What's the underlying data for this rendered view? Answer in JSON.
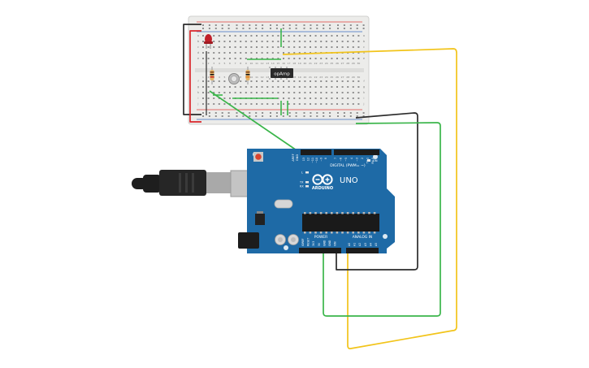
{
  "breadboard": {
    "chip_label": "opAmp",
    "col_numbers": [
      "1",
      "2",
      "3",
      "4",
      "5",
      "6",
      "7",
      "8",
      "9",
      "10",
      "11",
      "12",
      "13",
      "14",
      "15",
      "16",
      "17",
      "18",
      "19",
      "20",
      "21",
      "22",
      "23",
      "24",
      "25",
      "26",
      "27",
      "28",
      "29",
      "30"
    ],
    "row_letters_top": [
      "a",
      "b",
      "c",
      "d",
      "e"
    ],
    "row_letters_bottom": [
      "f",
      "g",
      "h",
      "i",
      "j"
    ]
  },
  "arduino": {
    "brand": "ARDUINO",
    "model": "UNO",
    "digital_label": "DIGITAL (PWM= ~)",
    "power_label": "POWER",
    "analog_label": "ANALOG IN",
    "aref_label": "AREF",
    "gnd_label": "GND",
    "led_on_label": "ON",
    "led_tx_label": "TX",
    "led_rx_label": "RX",
    "led_l_label": "L",
    "digital_pins": [
      "13",
      "12",
      "~11",
      "~10",
      "~9",
      "8",
      "7",
      "~6",
      "~5",
      "4",
      "~3",
      "2",
      "TX 1",
      "RX 0"
    ],
    "power_pins": [
      "IOREF",
      "RESET",
      "3V3",
      "5V",
      "GND",
      "GND",
      "VIN"
    ],
    "analog_pins": [
      "A0",
      "A1",
      "A2",
      "A3",
      "A4",
      "A5"
    ]
  },
  "colors": {
    "wire_black": "#2b2b2b",
    "wire_red": "#d9262a",
    "wire_green": "#3ab54a",
    "wire_yellow": "#f2c41a",
    "board_blue": "#1e6aa6",
    "breadboard_bg": "#ececea"
  }
}
